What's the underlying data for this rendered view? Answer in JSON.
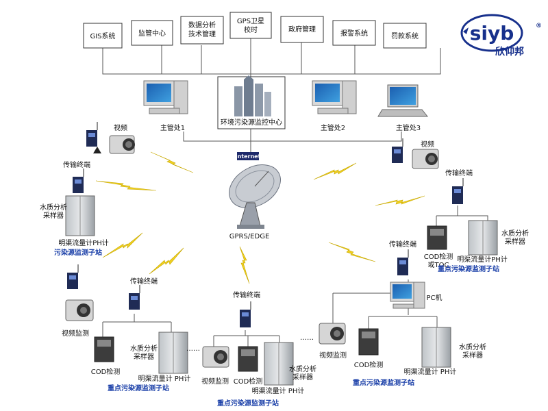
{
  "top_systems": [
    "GIS系统",
    "监管中心",
    "数据分析\n技术管理",
    "GPS卫星\n校时",
    "政府管理",
    "报警系统",
    "罚款系统"
  ],
  "logo": {
    "mark": "siyb",
    "name": "欣仰邦",
    "reg": "®"
  },
  "center": {
    "label": "环境污染源监控中心",
    "internet": "Internet",
    "dish": "GPRS/EDGE"
  },
  "stations": [
    "主管处1",
    "主管处2",
    "主管处3"
  ],
  "labels": {
    "video": "视频",
    "video_monitor": "视频监测",
    "transmit": "传输终端",
    "water": "水质分析\n采样器",
    "flow_ph": "明渠流量计 PH计",
    "flow_ph_tight": "明渠流量计PH计",
    "cod": "COD检测",
    "cod_toc": "COD检测\n或TOC",
    "pc": "PC机",
    "sub_station": "污染源监测子站",
    "key_sub_station": "重点污染源监测子站",
    "dots": "……"
  }
}
